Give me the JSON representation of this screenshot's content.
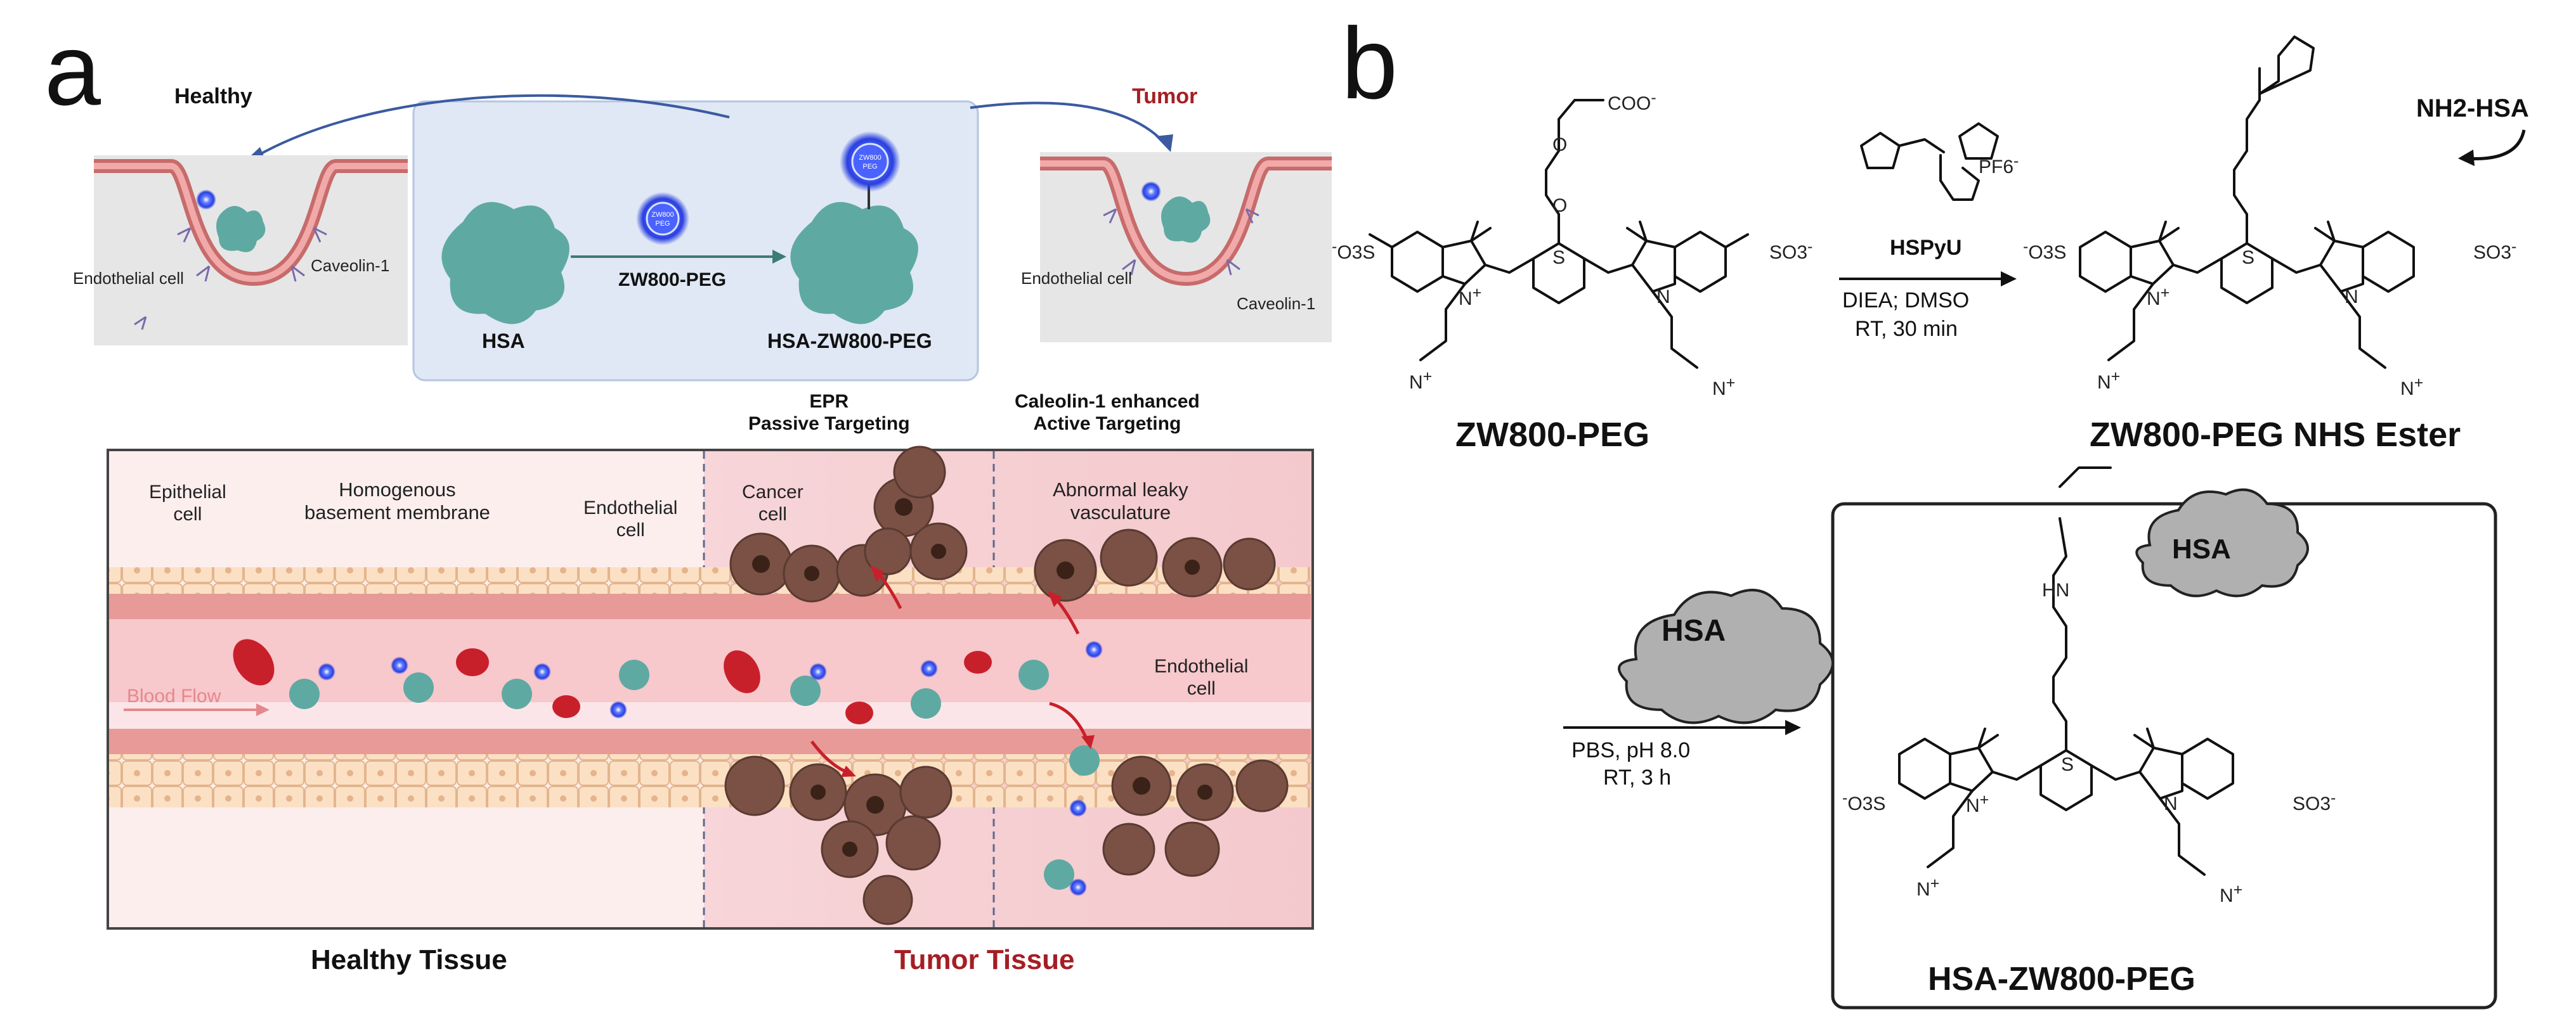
{
  "panel_a": {
    "letter": "a",
    "top": {
      "healthy": "Healthy",
      "tumor": "Tumor",
      "endothelial_left": "Endothelial cell",
      "caveolin_left": "Caveolin-1",
      "endothelial_right": "Endothelial cell",
      "caveolin_right": "Caveolin-1",
      "hsa": "HSA",
      "zw800_peg": "ZW800-PEG",
      "hsa_zw800_peg": "HSA-ZW800-PEG",
      "bead_text": "ZW800 PEG"
    },
    "tissue": {
      "epr_title": "EPR\nPassive Targeting",
      "caveolin_title": "Caleolin-1 enhanced\nActive Targeting",
      "epithelial": "Epithelial\ncell",
      "basement": "Homogenous\nbasement membrane",
      "endothelial": "Endothelial\ncell",
      "cancer": "Cancer\ncell",
      "leaky": "Abnormal leaky\nvasculature",
      "endothelial2": "Endothelial\ncell",
      "blood_flow": "Blood Flow",
      "healthy_tissue": "Healthy Tissue",
      "tumor_tissue": "Tumor Tissue"
    }
  },
  "panel_b": {
    "letter": "b",
    "zw800_name": "ZW800-PEG",
    "nhs_name": "ZW800-PEG NHS Ester",
    "final_name": "HSA-ZW800-PEG",
    "reagent": "HSPyU",
    "cond1_line1": "DIEA; DMSO",
    "cond1_line2": "RT, 30 min",
    "cond2_line1": "PBS, pH 8.0",
    "cond2_line2": "RT, 3 h",
    "nh2_hsa": "NH2-HSA",
    "hsa": "HSA",
    "atoms": {
      "coo": "COO",
      "o": "O",
      "s": "S",
      "n": "N",
      "so3": "SO3",
      "o3s": "O3S",
      "nme3": "N",
      "hn": "HN",
      "pf6": "PF6"
    },
    "colors": {
      "hsa_cloud": "#b0b0b0",
      "tumor_red": "#a51e24",
      "protein": "#5fa9a3",
      "dye_blue": "#3c6cff"
    }
  }
}
